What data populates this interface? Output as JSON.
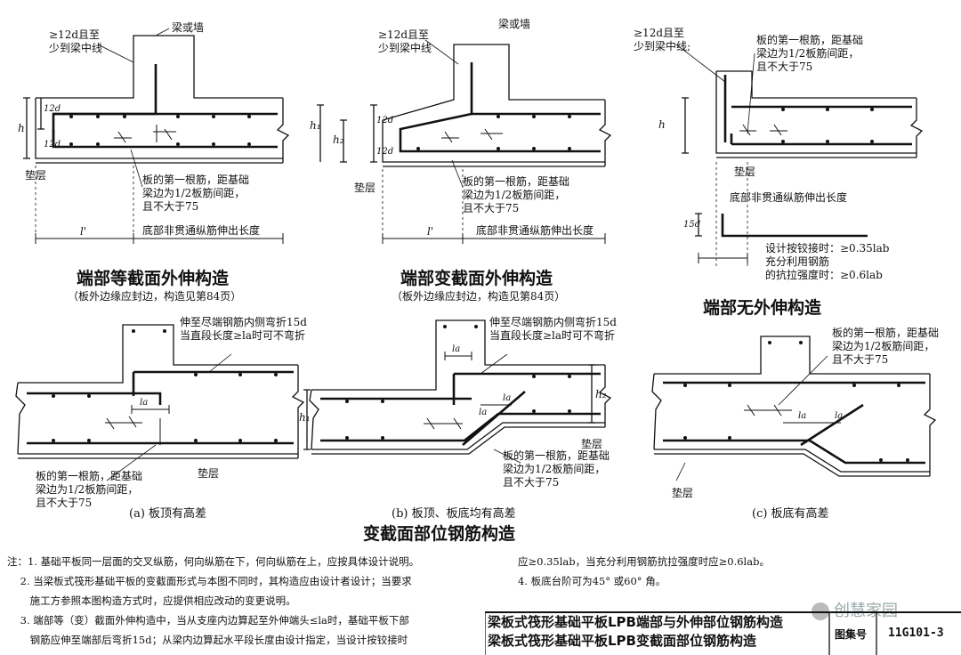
{
  "diagram1": {
    "label_12d_top": "≥12d且至\n少到梁中线",
    "label_beam_wall": "梁或墙",
    "dim_h": "h",
    "dim_12d_a": "12d",
    "dim_12d_b": "12d",
    "label_cushion": "垫层",
    "label_first_bar": "板的第一根筋，距基础\n梁边为1/2板筋间距，\n且不大于75",
    "label_bottom_ext": "底部非贯通纵筋伸出长度",
    "dim_l": "l'",
    "title": "端部等截面外伸构造",
    "subtitle": "（板外边缘应封边，构造见第84页）"
  },
  "diagram2": {
    "label_12d_top": "≥12d且至\n少到梁中线",
    "label_beam_wall": "梁或墙",
    "dim_h1": "h₁",
    "dim_h2": "h₂",
    "dim_12d_a": "12d",
    "dim_12d_b": "12d",
    "label_cushion": "垫层",
    "label_first_bar": "板的第一根筋，距基础\n梁边为1/2板筋间距，\n且不大于75",
    "label_bottom_ext": "底部非贯通纵筋伸出长度",
    "dim_l": "l'",
    "title": "端部变截面外伸构造",
    "subtitle": "（板外边缘应封边，构造见第84页）"
  },
  "diagram3": {
    "label_12d_top": "≥12d且至\n少到梁中线;",
    "label_first_bar": "板的第一根筋，距基础\n梁边为1/2板筋间距，\n且不大于75",
    "dim_h": "h",
    "label_cushion": "垫层",
    "label_bottom_ext": "底部非贯通纵筋伸出长度",
    "dim_15d": "15d",
    "label_design": "设计按铰接时：≥0.35lab\n充分利用钢筋\n的抗拉强度时：≥0.6lab",
    "title": "端部无外伸构造"
  },
  "diagram_a": {
    "label_bend": "伸至尽端钢筋内侧弯折15d\n当直段长度≥la时可不弯折",
    "dim_la": "la",
    "label_first_bar": "板的第一根筋，距基础\n梁边为1/2板筋间距，\n且不大于75",
    "label_cushion": "垫层",
    "caption": "(a)  板顶有高差"
  },
  "diagram_b": {
    "label_bend": "伸至尽端钢筋内侧弯折15d\n当直段长度≥la时可不弯折",
    "dim_la_top": "la",
    "dim_la_mid": "la",
    "dim_la_low": "la",
    "dim_h1": "h₁",
    "dim_h2": "h₂",
    "label_first_bar": "板的第一根筋，距基础\n梁边为1/2板筋间距，\n且不大于75",
    "label_cushion": "垫层",
    "caption": "(b)  板顶、板底均有高差"
  },
  "diagram_c": {
    "label_first_bar": "板的第一根筋，距基础\n梁边为1/2板筋间距，\n且不大于75",
    "dim_la_a": "la",
    "dim_la_b": "la",
    "label_cushion": "垫层",
    "caption": "(c)  板底有高差"
  },
  "section_title": "变截面部位钢筋构造",
  "notes": {
    "left": "注：1. 基础平板同一层面的交叉纵筋，何向纵筋在下，何向纵筋在上，应按具体设计说明。\n    2. 当梁板式筏形基础平板的变截面形式与本图不同时，其构造应由设计者设计；当要求\n       施工方参照本图构造方式时，应提供相应改动的变更说明。\n    3. 端部等（变）截面外伸构造中，当从支座内边算起至外伸端头≤la时，基础平板下部\n       钢筋应伸至端部后弯折15d；从梁内边算起水平段长度由设计指定，当设计按铰接时",
    "right": "应≥0.35lab，当充分利用钢筋抗拉强度时应≥0.6lab。\n4. 板底台阶可为45° 或60° 角。"
  },
  "title_block": {
    "title": "梁板式筏形基础平板LPB端部与外伸部位钢筋构造\n梁板式筏形基础平板LPB变截面部位钢筋构造",
    "atlas_label": "图集号",
    "atlas_no": "11G101-3"
  },
  "watermark": "创慧家园"
}
